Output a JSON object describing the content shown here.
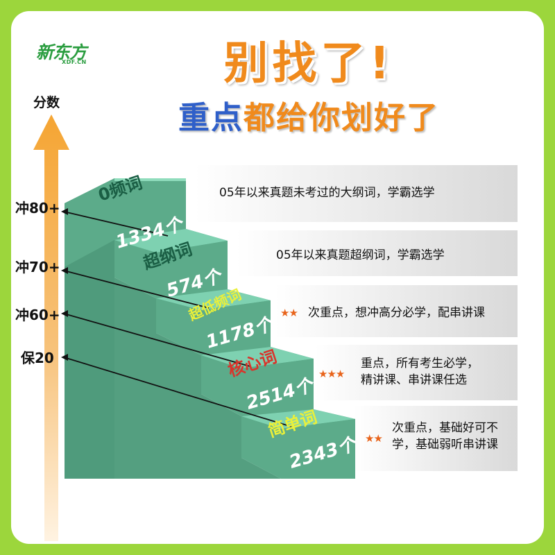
{
  "brand": {
    "name_cn": "新东方",
    "name_en": "XDF.CN"
  },
  "headline": "别找了!",
  "subheadline_part1": "重点",
  "subheadline_part2": "都给你划好了",
  "axis_label": "分数",
  "levels": [
    "冲80+",
    "冲70+",
    "冲60+",
    "保20"
  ],
  "steps": [
    {
      "word": "0频词",
      "count": "1334个",
      "stars": "",
      "desc": [
        "05年以来真题未考过的大纲词，学霸选学"
      ]
    },
    {
      "word": "超纲词",
      "count": "574个",
      "stars": "",
      "desc": [
        "05年以来真题超纲词，学霸选学"
      ]
    },
    {
      "word": "超低频词",
      "count": "1178个",
      "stars": "★★",
      "desc": [
        "次重点，想冲高分必学，配串讲课"
      ]
    },
    {
      "word": "核心词",
      "count": "2514个",
      "stars": "★★★",
      "desc": [
        "重点，所有考生必学，",
        "精讲课、串讲课任选"
      ]
    },
    {
      "word": "简单词",
      "count": "2343个",
      "stars": "★★",
      "desc": [
        "次重点，基础好可不",
        "学，基础弱听串讲课"
      ]
    }
  ],
  "colors": {
    "background": "#9cd63c",
    "step_top": "#7ed1b1",
    "step_front": "#5cab8a",
    "step_side": "#4a9577",
    "word_dark": "#1a5e44",
    "word_yellow": "#eaf03a",
    "word_red": "#d9342b",
    "star": "#e8631a"
  }
}
